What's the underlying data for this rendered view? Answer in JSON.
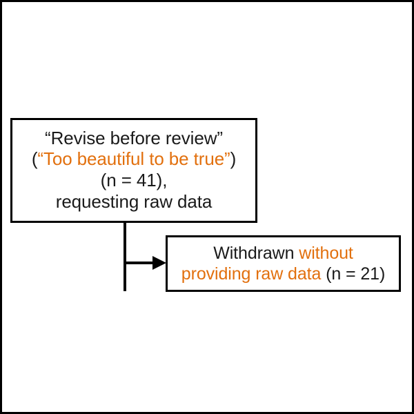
{
  "figure": {
    "type": "flowchart",
    "border_color": "#000000",
    "background_color": "#ffffff",
    "accent_color": "#e2700e",
    "text_color": "#1a1a1a"
  },
  "boxes": {
    "revise": {
      "name": "Revise before review box",
      "lines": [
        {
          "id": "l1",
          "segments": [
            {
              "text": "“Revise before review”",
              "color": "black"
            }
          ]
        },
        {
          "id": "l2",
          "segments": [
            {
              "text": "(",
              "color": "black"
            },
            {
              "text": "“Too beautiful to be true”",
              "color": "orange"
            },
            {
              "text": ")",
              "color": "black"
            }
          ]
        },
        {
          "id": "l3",
          "segments": [
            {
              "text": "(n = 41),",
              "color": "black"
            }
          ]
        },
        {
          "id": "l4",
          "segments": [
            {
              "text": "requesting raw data",
              "color": "black"
            }
          ]
        }
      ],
      "line1": "“Revise before review”",
      "line2_open_paren": "(",
      "line2_orange": "“Too beautiful to be true”",
      "line2_close_paren": ")",
      "line3": "(n = 41),",
      "line4": "requesting raw data",
      "count_label": "(n = 41),",
      "count": 41
    },
    "withdrawn": {
      "name": "Withdrawn without providing raw data box",
      "line1_black": "Withdrawn ",
      "line1_orange": "without",
      "line2_orange": "providing raw data ",
      "line2_black": "(n = 21)",
      "count_label": "(n = 21)",
      "count": 21
    }
  },
  "connector": {
    "name": "branch-connector",
    "from": "revise",
    "to": "withdrawn",
    "style": "elbow-with-arrowhead",
    "direction": "right"
  }
}
